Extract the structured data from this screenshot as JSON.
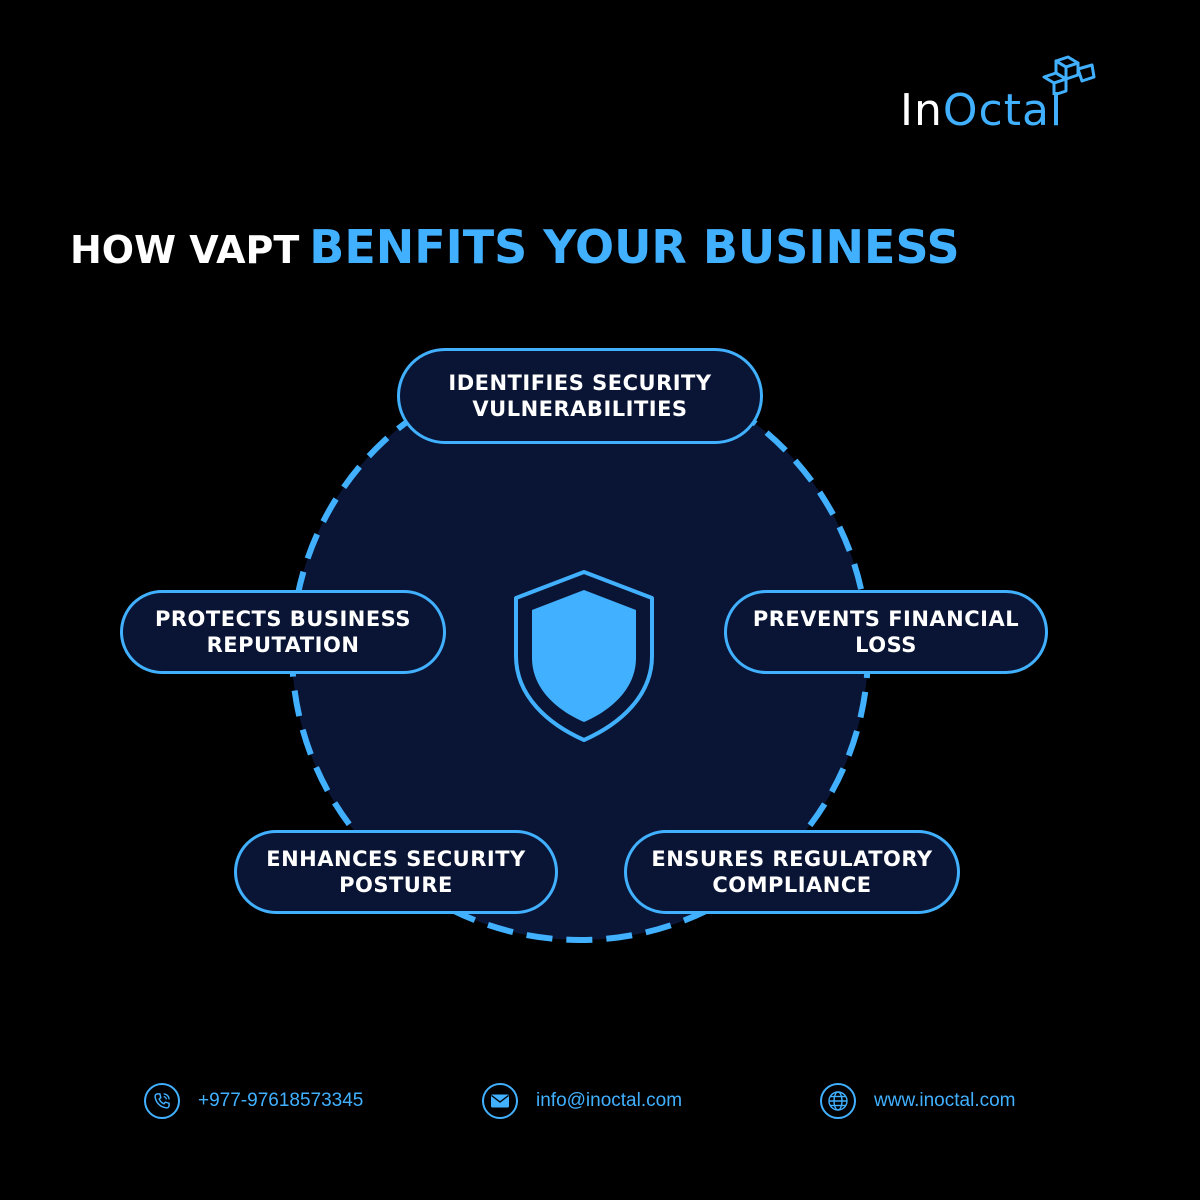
{
  "brand": {
    "name_part1": "In",
    "name_part2": "Octal"
  },
  "headline": {
    "prefix": "HOW VAPT",
    "highlight": "BENFITS YOUR BUSINESS"
  },
  "benefits": [
    {
      "line1": "IDENTIFIES SECURITY",
      "line2": "VULNERABILITIES"
    },
    {
      "line1": "PROTECTS BUSINESS",
      "line2": "REPUTATION"
    },
    {
      "line1": "PREVENTS FINANCIAL",
      "line2": "LOSS"
    },
    {
      "line1": "ENHANCES SECURITY",
      "line2": "POSTURE"
    },
    {
      "line1": "ENSURES REGULATORY",
      "line2": "COMPLIANCE"
    }
  ],
  "contact": {
    "phone": "+977-97618573345",
    "email": "info@inoctal.com",
    "website": "www.inoctal.com"
  },
  "icons": {
    "center": "shield-icon",
    "phone": "phone-icon",
    "email": "envelope-icon",
    "website": "globe-icon",
    "logo": "cube-logo-icon"
  },
  "colors": {
    "background": "#000000",
    "accent": "#41b0ff",
    "circle_fill": "#0a1535",
    "text": "#ffffff"
  }
}
